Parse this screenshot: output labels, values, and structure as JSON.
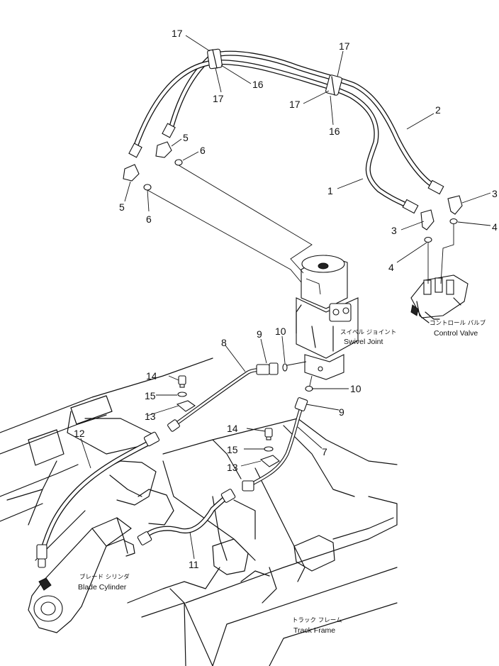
{
  "labels": {
    "swivel_joint_jp": "スイベル ジョイント",
    "swivel_joint": "Swivel Joint",
    "control_valve_jp": "コントロール バルブ",
    "control_valve": "Control Valve",
    "blade_cylinder_jp": "ブレード シリンダ",
    "blade_cylinder": "Blade Cylinder",
    "track_frame_jp": "トラック フレーム",
    "track_frame": "Track Frame"
  },
  "callouts": {
    "c17a": "17",
    "c16a": "16",
    "c17b": "17",
    "c17c": "17",
    "c17d": "17",
    "c16b": "16",
    "c2": "2",
    "c1": "1",
    "c3a": "3",
    "c3b": "3",
    "c4a": "4",
    "c4b": "4",
    "c5a": "5",
    "c6a": "6",
    "c5b": "5",
    "c6b": "6",
    "c8": "8",
    "c9a": "9",
    "c10a": "10",
    "c10b": "10",
    "c9b": "9",
    "c7": "7",
    "c14a": "14",
    "c15a": "15",
    "c13a": "13",
    "c14b": "14",
    "c15b": "15",
    "c13b": "13",
    "c12": "12",
    "c11": "11"
  }
}
